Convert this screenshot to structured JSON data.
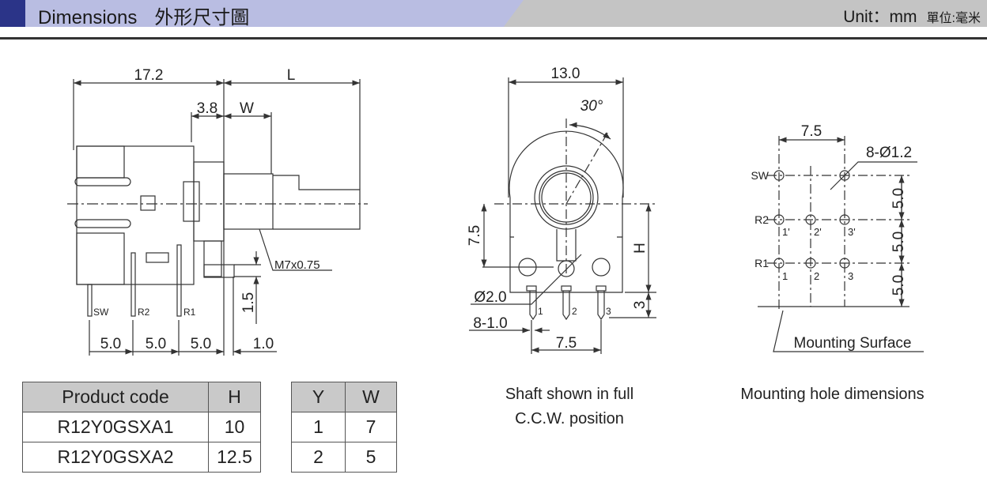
{
  "header": {
    "title": "Dimensions",
    "title_cn": "外形尺寸圖",
    "unit": "Unit：mm",
    "unit_cn": "單位:毫米"
  },
  "side_view": {
    "dim_total": "17.2",
    "dim_L": "L",
    "dim_3_8": "3.8",
    "dim_W": "W",
    "thread": "M7x0.75",
    "dim_1_5": "1.5",
    "pins": [
      "SW",
      "R2",
      "R1"
    ],
    "pitch": [
      "5.0",
      "5.0",
      "5.0"
    ],
    "dim_1_0": "1.0"
  },
  "front_view": {
    "dim_width": "13.0",
    "angle": "30°",
    "dim_7_5_v": "7.5",
    "dim_H": "H",
    "dim_hole": "Ø2.0",
    "dim_pin": "8-1.0",
    "dim_3": "3",
    "dim_7_5_h": "7.5",
    "pins": [
      "1",
      "2",
      "3"
    ],
    "caption_line1": "Shaft shown in full",
    "caption_line2": "C.C.W. position"
  },
  "hole_view": {
    "dim_7_5": "7.5",
    "holes": "8-Ø1.2",
    "rows": [
      "SW",
      "R2",
      "R1"
    ],
    "r2_pins": [
      "1'",
      "2'",
      "3'"
    ],
    "r1_pins": [
      "1",
      "2",
      "3"
    ],
    "pitch": [
      "5.0",
      "5.0",
      "5.0"
    ],
    "mounting_surface": "Mounting Surface",
    "caption": "Mounting hole dimensions"
  },
  "product_table": {
    "headers": [
      "Product code",
      "H"
    ],
    "rows": [
      [
        "R12Y0GSXA1",
        "10"
      ],
      [
        "R12Y0GSXA2",
        "12.5"
      ]
    ]
  },
  "shaft_table": {
    "headers": [
      "Y",
      "W"
    ],
    "rows": [
      [
        "1",
        "7"
      ],
      [
        "2",
        "5"
      ]
    ]
  }
}
